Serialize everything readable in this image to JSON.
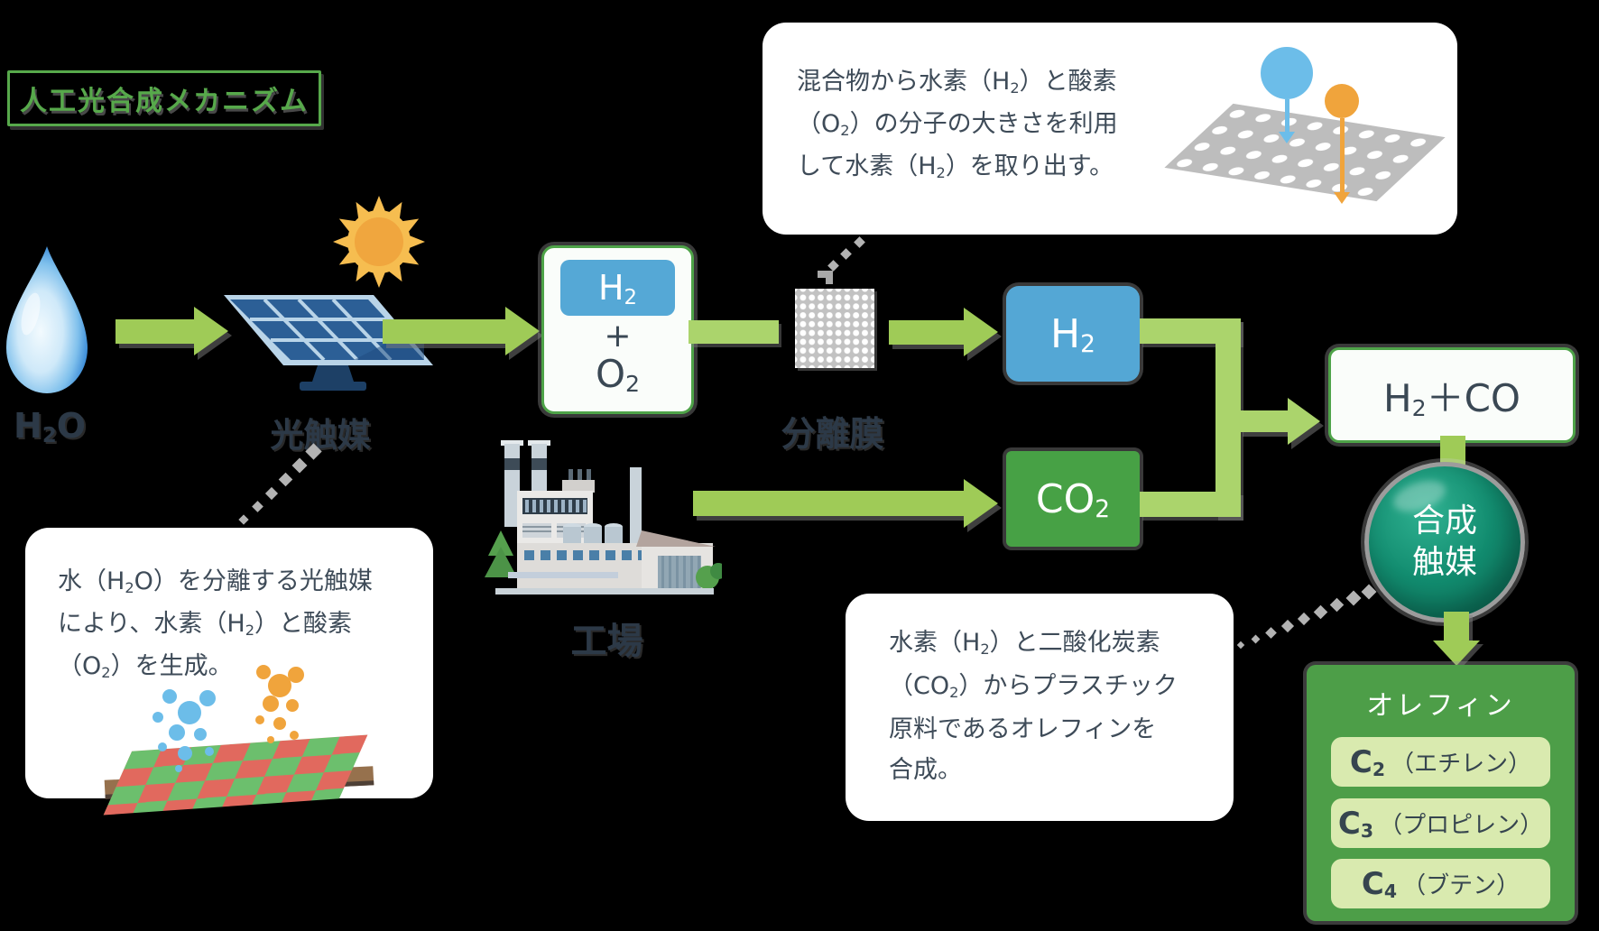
{
  "title": "人工光合成メカニズム",
  "nodes": {
    "water_label": "H₂O",
    "photocatalyst_label": "光触媒",
    "mixture": {
      "h2": "H₂",
      "plus": "+",
      "o2": "O₂"
    },
    "membrane_label": "分離膜",
    "factory_label": "工場",
    "hydrogen": "H₂",
    "co2": "CO₂",
    "syngas": "H₂＋CO",
    "catalyst": {
      "line1": "合成",
      "line2": "触媒"
    },
    "olefin": {
      "title": "オレフィン",
      "items": [
        {
          "formula": "C₂",
          "name": "（エチレン）"
        },
        {
          "formula": "C₃",
          "name": "（プロピレン）"
        },
        {
          "formula": "C₄",
          "name": "（ブテン）"
        }
      ]
    }
  },
  "callouts": {
    "membrane": {
      "lines": [
        "混合物から水素（H₂）と酸素",
        "（O₂）の分子の大きさを利用",
        "して水素（H₂）を取り出す。"
      ]
    },
    "photocatalyst": {
      "lines": [
        "水（H₂O）を分離する光触媒",
        "により、水素（H₂）と酸素",
        "（O₂）を生成。"
      ]
    },
    "synthesis": {
      "lines": [
        "水素（H₂）と二酸化炭素",
        "（CO₂）からプラスチック",
        "原料であるオレフィンを",
        "合成。"
      ]
    }
  },
  "icons": {
    "water": "water-drop-icon",
    "sun": "sun-icon",
    "solar_panel": "solar-panel-icon",
    "factory": "factory-icon",
    "membrane_grid": "membrane-grid-icon",
    "membrane_sheet": "membrane-sheet-icon",
    "h2_molecule": "h2-molecule-icon",
    "o2_molecule": "o2-molecule-icon",
    "catalyst_board": "photocatalyst-board-icon"
  },
  "palette": {
    "background": "#000000",
    "callout_bg": "#ffffff",
    "green_border": "#4ea348",
    "title_green": "#57a94b",
    "arrow_green": "#9fcb57",
    "pipe_green": "#abd46c",
    "hydrogen_blue": "#54a7d5",
    "co2_green": "#47a145",
    "olefin_green": "#4d9e48",
    "olefin_row_green": "#d9eaaf",
    "sphere_teal": "#128c6f",
    "label_dark": "#2c3947",
    "text_dark": "#3e4b58",
    "membrane_gray": "#bdbdbd",
    "h2_molecule_blue": "#6cbde9",
    "o2_molecule_orange": "#f0a43c",
    "cube_red": "#e1695e",
    "cube_green": "#6cbf6d"
  }
}
